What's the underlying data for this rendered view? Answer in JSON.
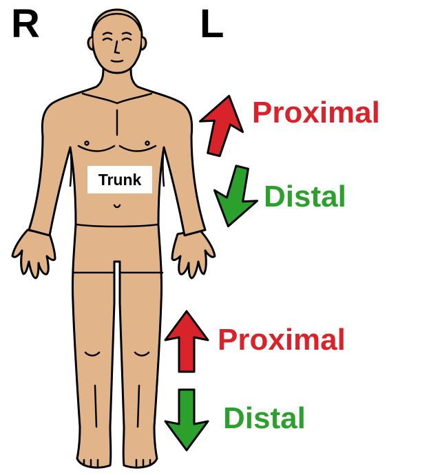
{
  "labels": {
    "right_side": "R",
    "left_side": "L",
    "trunk": "Trunk",
    "upper_limb": {
      "proximal": "Proximal",
      "distal": "Distal"
    },
    "lower_limb": {
      "proximal": "Proximal",
      "distal": "Distal"
    }
  },
  "colors": {
    "proximal": "#d9232a",
    "distal": "#2ca02c",
    "skin": "#e2b48a",
    "outline": "#000000"
  },
  "icons": {
    "proximal_arrow": "arrow-up-icon",
    "distal_arrow": "arrow-down-icon"
  }
}
